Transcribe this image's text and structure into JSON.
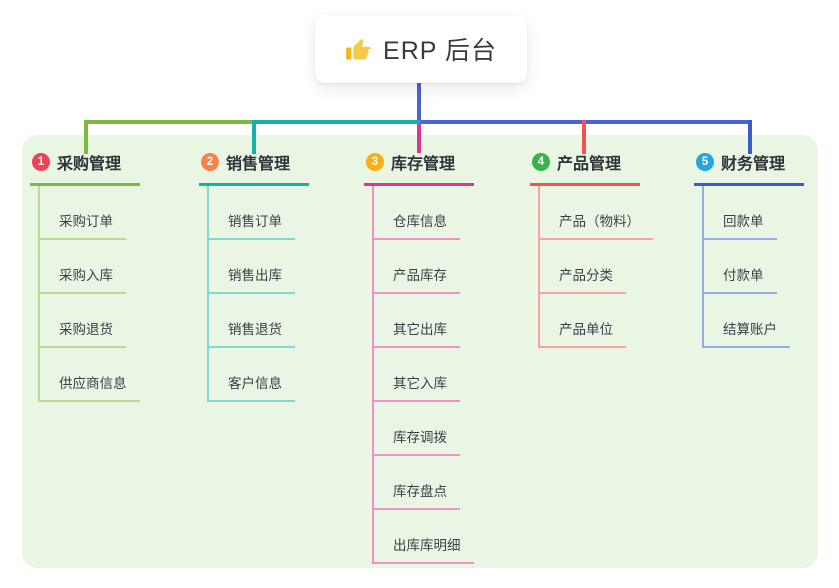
{
  "root": {
    "title": "ERP 后台",
    "icon": "thumbs-up-icon",
    "icon_color": "#f2b71c",
    "line_color": "#4c63d2"
  },
  "panel": {
    "background": "#eaf6e4"
  },
  "branches": [
    {
      "badge": "1",
      "label": "采购管理",
      "badge_color": "#ef4458",
      "line_color": "#7cb93e",
      "sub_line_color": "#b7dd92",
      "items": [
        "采购订单",
        "采购入库",
        "采购退货",
        "供应商信息"
      ]
    },
    {
      "badge": "2",
      "label": "销售管理",
      "badge_color": "#f9824b",
      "line_color": "#14b1a7",
      "sub_line_color": "#85d7d0",
      "items": [
        "销售订单",
        "销售出库",
        "销售退货",
        "客户信息"
      ]
    },
    {
      "badge": "3",
      "label": "库存管理",
      "badge_color": "#f7b017",
      "line_color": "#d8388f",
      "sub_line_color": "#f090c4",
      "items": [
        "仓库信息",
        "产品库存",
        "其它出库",
        "其它入库",
        "库存调拨",
        "库存盘点",
        "出库库明细"
      ]
    },
    {
      "badge": "4",
      "label": "产品管理",
      "badge_color": "#36b34a",
      "line_color": "#f25253",
      "sub_line_color": "#f8a2a2",
      "items": [
        "产品（物料）",
        "产品分类",
        "产品单位"
      ]
    },
    {
      "badge": "5",
      "label": "财务管理",
      "badge_color": "#2aa5da",
      "line_color": "#3a5dca",
      "sub_line_color": "#97abe4",
      "items": [
        "回款单",
        "付款单",
        "结算账户"
      ]
    }
  ]
}
